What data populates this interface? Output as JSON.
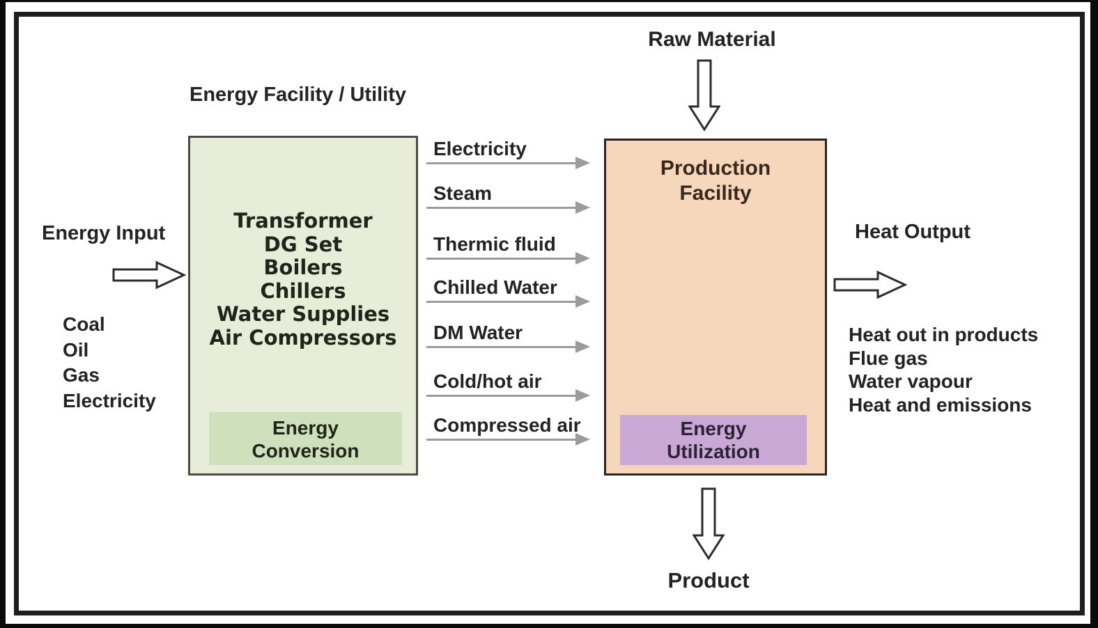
{
  "page": {
    "background_color": "#0a0a0a",
    "panel_color": "#ffffff",
    "frame_color": "#1e1e1e"
  },
  "diagram": {
    "title": "Energy Facility / Utility",
    "energy_input": {
      "label": "Energy Input",
      "sources": [
        "Coal",
        "Oil",
        "Gas",
        "Electricity"
      ]
    },
    "energy_facility_box": {
      "equipment": [
        "Transformer",
        "DG Set",
        "Boilers",
        "Chillers",
        "Water Supplies",
        "Air Compressors"
      ],
      "sub_box_lines": [
        "Energy",
        "Conversion"
      ],
      "fill": "#e7edd8",
      "sub_box_fill": "#cfe0bc"
    },
    "flows": [
      "Electricity",
      "Steam",
      "Thermic fluid",
      "Chilled Water",
      "DM Water",
      "Cold/hot air",
      "Compressed air"
    ],
    "production_box": {
      "label_lines": [
        "Production",
        "Facility"
      ],
      "sub_box_lines": [
        "Energy",
        "Utilization"
      ],
      "fill": "#f7d7bb",
      "sub_box_fill": "#c9a8d5"
    },
    "raw_material_label": "Raw Material",
    "product_label": "Product",
    "heat_output": {
      "label": "Heat Output",
      "items": [
        "Heat out in products",
        "Flue gas",
        "Water vapour",
        "Heat and emissions"
      ]
    },
    "flow_arrow_color": "#9b9b9b",
    "block_arrow_outline": "#2b2b2b"
  }
}
